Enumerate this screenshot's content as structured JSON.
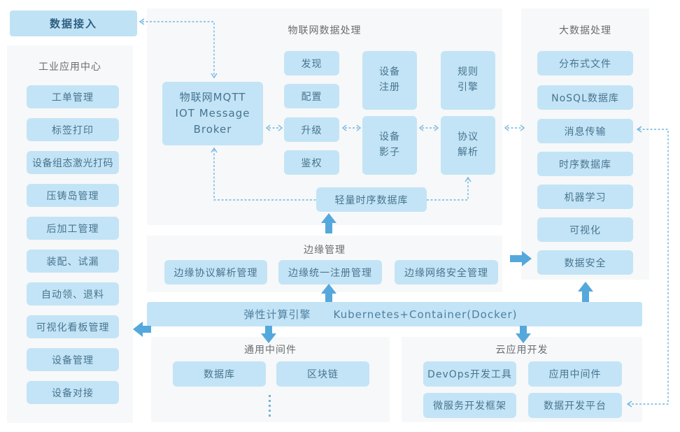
{
  "data_access": {
    "label": "数据接入"
  },
  "left_panel": {
    "title": "工业应用中心",
    "items": [
      "工单管理",
      "标签打印",
      "设备组态激光打码",
      "压铸岛管理",
      "后加工管理",
      "装配、试漏",
      "自动领、退料",
      "可视化看板管理",
      "设备管理",
      "设备对接"
    ]
  },
  "iot_panel": {
    "title": "物联网数据处理",
    "broker": "物联网MQTT\nIOT Message\nBroker",
    "functions": [
      "发现",
      "配置",
      "升级",
      "鉴权"
    ],
    "modules": [
      "设备\n注册",
      "设备\n影子",
      "规则\n引擎",
      "协议\n解析"
    ],
    "tsdb": "轻量时序数据库"
  },
  "bigdata_panel": {
    "title": "大数据处理",
    "items": [
      "分布式文件",
      "NoSQL数据库",
      "消息传输",
      "时序数据库",
      "机器学习",
      "可视化",
      "数据安全"
    ]
  },
  "edge_panel": {
    "title": "边缘管理",
    "items": [
      "边缘协议解析管理",
      "边缘统一注册管理",
      "边缘网络安全管理"
    ]
  },
  "compute_bar": {
    "engine": "弹性计算引擎",
    "platform": "Kubernetes+Container(Docker)"
  },
  "middleware_panel": {
    "title": "通用中间件",
    "items": [
      "数据库",
      "区块链"
    ]
  },
  "cloud_panel": {
    "title": "云应用开发",
    "items": [
      "DevOps开发工具",
      "应用中间件",
      "微服务开发框架",
      "数据开发平台"
    ]
  },
  "colors": {
    "box_fill": "#C3E4F6",
    "panel_bg": "#F7F8F9",
    "solid_arrow": "#55A8DB",
    "dashed_line": "#6FB7E4",
    "label_text": "#47748F",
    "title_text": "#696D71",
    "accent_text": "#2E5F81"
  }
}
